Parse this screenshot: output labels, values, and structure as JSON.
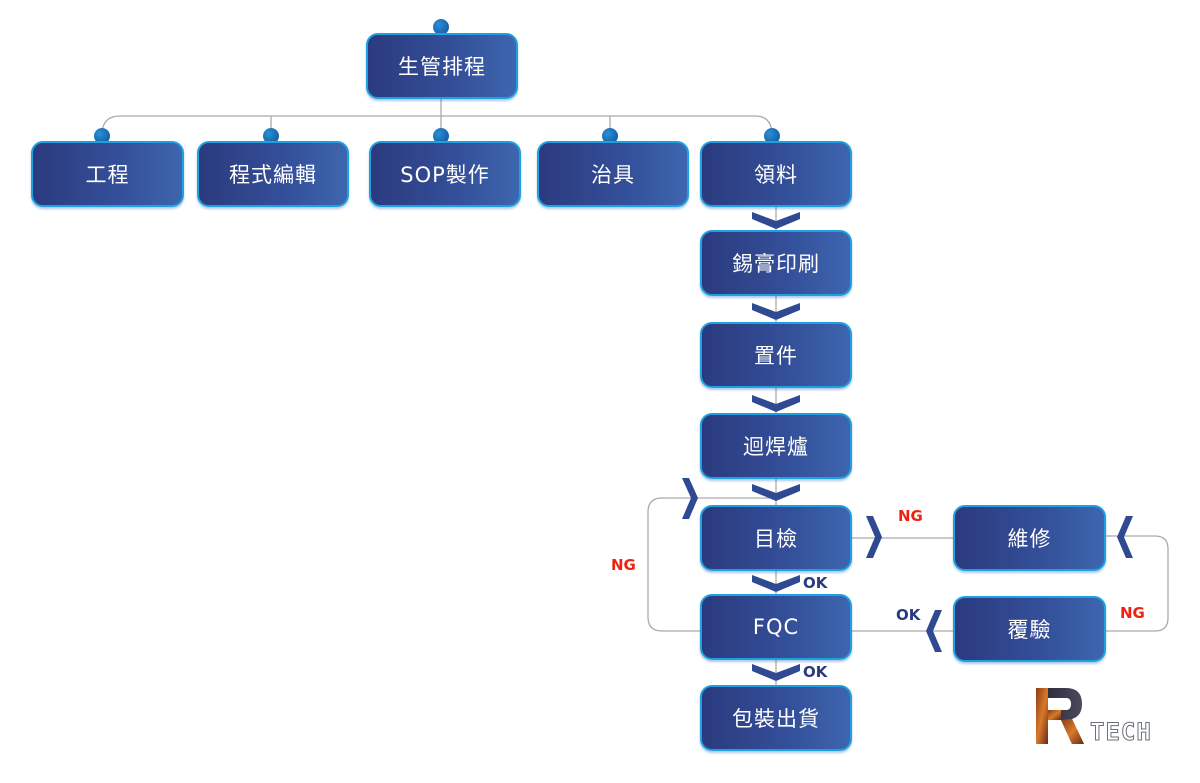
{
  "colors": {
    "box_start": "#2b3a7e",
    "box_end": "#3d66ae",
    "box_border": "#1fa0e0",
    "connector": "#aaaaaa",
    "arrow": "#2f4a92",
    "ng": "#ee2211",
    "ok": "#2b3a7e",
    "logo_r": "#b8561c",
    "logo_r_dark": "#3b3a4e"
  },
  "root": {
    "label": "生管排程"
  },
  "branches": [
    {
      "label": "工程"
    },
    {
      "label": "程式編輯"
    },
    {
      "label": "SOP製作"
    },
    {
      "label": "治具"
    },
    {
      "label": "領料"
    }
  ],
  "flow": [
    {
      "label": "錫膏印刷"
    },
    {
      "label": "置件"
    },
    {
      "label": "迴焊爐"
    },
    {
      "label": "目檢"
    },
    {
      "label": "FQC"
    },
    {
      "label": "包裝出貨"
    }
  ],
  "repair": {
    "repair_label": "維修",
    "recheck_label": "覆驗"
  },
  "edge_labels": {
    "fqc_ng": "NG",
    "inspect_ng": "NG",
    "recheck_ng": "NG",
    "inspect_ok": "OK",
    "fqc_ok": "OK",
    "recheck_ok": "OK"
  },
  "logo": {
    "text": "TECH",
    "letter": "R"
  }
}
